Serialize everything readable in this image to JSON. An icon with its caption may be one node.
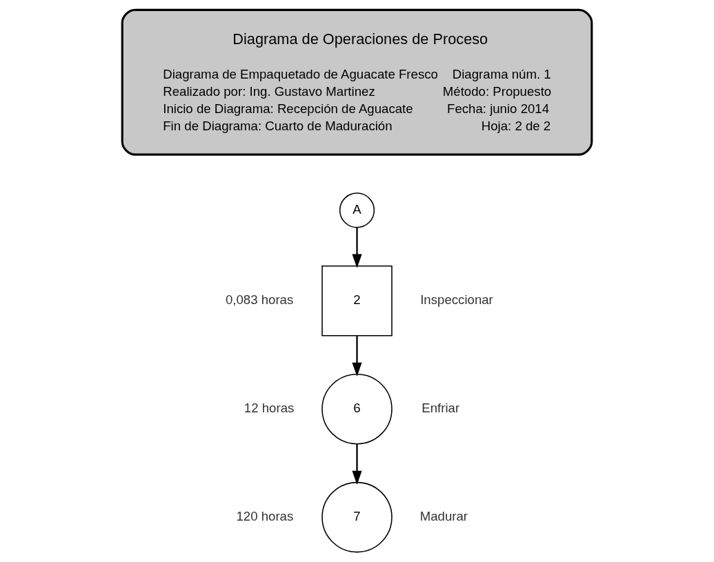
{
  "diagram": {
    "nodes": [
      {
        "text": [
          "Diagrama de Operaciones de Proceso",
          "Diagrama de Empaquetado de Aguacate Fresco",
          "Diagrama núm. 1",
          "Realizado por: Ing. Gustavo Martinez",
          "Método: Propuesto",
          "Inicio de Diagrama: Recepción de Aguacate",
          "Fecha: junio 2014",
          "Fin de Diagrama: Cuarto de Maduración",
          "Hoja: 2 de 2"
        ]
      },
      {
        "text": [
          "A"
        ]
      },
      {
        "text": [
          "2"
        ],
        "beside": [
          "0,083 horas",
          "Inspeccionar"
        ]
      },
      {
        "text": [
          "6"
        ],
        "beside": [
          "12 horas",
          "Enfriar"
        ]
      },
      {
        "text": [
          "7"
        ],
        "beside": [
          "120 horas",
          "Madurar"
        ]
      }
    ],
    "edges": [
      {
        "from": 1,
        "to": 2,
        "arrow": "to"
      },
      {
        "from": 2,
        "to": 3,
        "arrow": "to"
      },
      {
        "from": 3,
        "to": 4,
        "arrow": "to"
      }
    ]
  }
}
